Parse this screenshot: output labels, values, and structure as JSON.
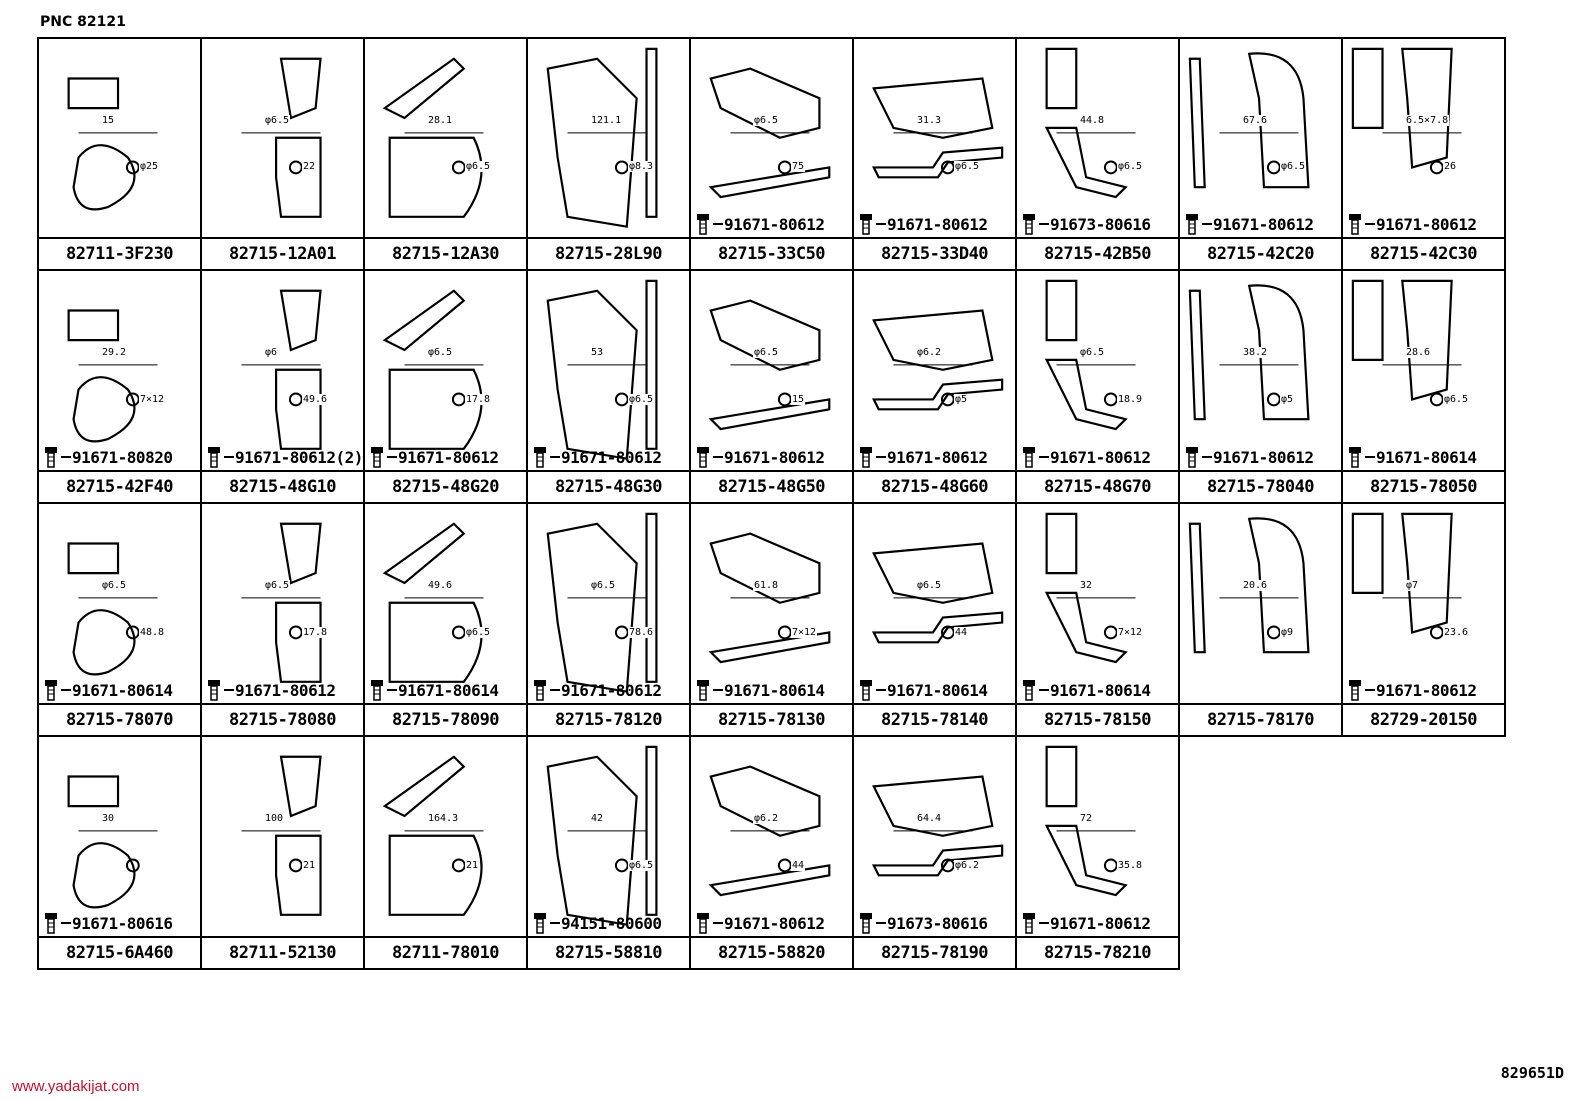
{
  "header": {
    "pnc": "PNC 82121"
  },
  "footer": {
    "ref_code": "829651D",
    "website": "www.yadakijat.com"
  },
  "cells": [
    {
      "part": "82711-3F230",
      "bolt": "",
      "dims": [
        "15",
        "φ25"
      ]
    },
    {
      "part": "82715-12A01",
      "bolt": "",
      "dims": [
        "φ6.5",
        "22"
      ]
    },
    {
      "part": "82715-12A30",
      "bolt": "",
      "dims": [
        "28.1",
        "φ6.5"
      ]
    },
    {
      "part": "82715-28L90",
      "bolt": "",
      "dims": [
        "121.1",
        "φ8.3"
      ]
    },
    {
      "part": "82715-33C50",
      "bolt": "91671-80612",
      "dims": [
        "φ6.5",
        "75"
      ]
    },
    {
      "part": "82715-33D40",
      "bolt": "91671-80612",
      "dims": [
        "31.3",
        "φ6.5"
      ]
    },
    {
      "part": "82715-42B50",
      "bolt": "91673-80616",
      "dims": [
        "44.8",
        "φ6.5"
      ]
    },
    {
      "part": "82715-42C20",
      "bolt": "91671-80612",
      "dims": [
        "67.6",
        "φ6.5"
      ]
    },
    {
      "part": "82715-42C30",
      "bolt": "91671-80612",
      "dims": [
        "6.5×7.8",
        "26"
      ]
    },
    {
      "part": "82715-42F40",
      "bolt": "91671-80820",
      "dims": [
        "29.2",
        "7×12"
      ]
    },
    {
      "part": "82715-48G10",
      "bolt": "91671-80612(2)",
      "dims": [
        "φ6",
        "49.6"
      ]
    },
    {
      "part": "82715-48G20",
      "bolt": "91671-80612",
      "dims": [
        "φ6.5",
        "17.8"
      ]
    },
    {
      "part": "82715-48G30",
      "bolt": "91671-80612",
      "dims": [
        "53",
        "φ6.5"
      ]
    },
    {
      "part": "82715-48G50",
      "bolt": "91671-80612",
      "dims": [
        "φ6.5",
        "15"
      ]
    },
    {
      "part": "82715-48G60",
      "bolt": "91671-80612",
      "dims": [
        "φ6.2",
        "φ5"
      ]
    },
    {
      "part": "82715-48G70",
      "bolt": "91671-80612",
      "dims": [
        "φ6.5",
        "18.9"
      ]
    },
    {
      "part": "82715-78040",
      "bolt": "91671-80612",
      "dims": [
        "38.2",
        "φ5"
      ]
    },
    {
      "part": "82715-78050",
      "bolt": "91671-80614",
      "dims": [
        "28.6",
        "φ6.5"
      ]
    },
    {
      "part": "82715-78070",
      "bolt": "91671-80614",
      "dims": [
        "φ6.5",
        "48.8"
      ]
    },
    {
      "part": "82715-78080",
      "bolt": "91671-80612",
      "dims": [
        "φ6.5",
        "17.8"
      ]
    },
    {
      "part": "82715-78090",
      "bolt": "91671-80614",
      "dims": [
        "49.6",
        "φ6.5"
      ]
    },
    {
      "part": "82715-78120",
      "bolt": "91671-80612",
      "dims": [
        "φ6.5",
        "78.6"
      ]
    },
    {
      "part": "82715-78130",
      "bolt": "91671-80614",
      "dims": [
        "61.8",
        "7×12"
      ]
    },
    {
      "part": "82715-78140",
      "bolt": "91671-80614",
      "dims": [
        "φ6.5",
        "44"
      ]
    },
    {
      "part": "82715-78150",
      "bolt": "91671-80614",
      "dims": [
        "32",
        "7×12"
      ]
    },
    {
      "part": "82715-78170",
      "bolt": "",
      "dims": [
        "20.6",
        "φ9"
      ]
    },
    {
      "part": "82729-20150",
      "bolt": "91671-80612",
      "dims": [
        "φ7",
        "23.6"
      ]
    },
    {
      "part": "82715-6A460",
      "bolt": "91671-80616",
      "dims": [
        "30",
        ""
      ]
    },
    {
      "part": "82711-52130",
      "bolt": "",
      "dims": [
        "100",
        "21"
      ]
    },
    {
      "part": "82711-78010",
      "bolt": "",
      "dims": [
        "164.3",
        "21"
      ]
    },
    {
      "part": "82715-58810",
      "bolt": "94151-80600",
      "dims": [
        "42",
        "φ6.5"
      ]
    },
    {
      "part": "82715-58820",
      "bolt": "91671-80612",
      "dims": [
        "φ6.2",
        "44"
      ]
    },
    {
      "part": "82715-78190",
      "bolt": "91673-80616",
      "dims": [
        "64.4",
        "φ6.2"
      ]
    },
    {
      "part": "82715-78210",
      "bolt": "91671-80612",
      "dims": [
        "72",
        "35.8"
      ]
    }
  ],
  "watermark_text": "yadakijat"
}
